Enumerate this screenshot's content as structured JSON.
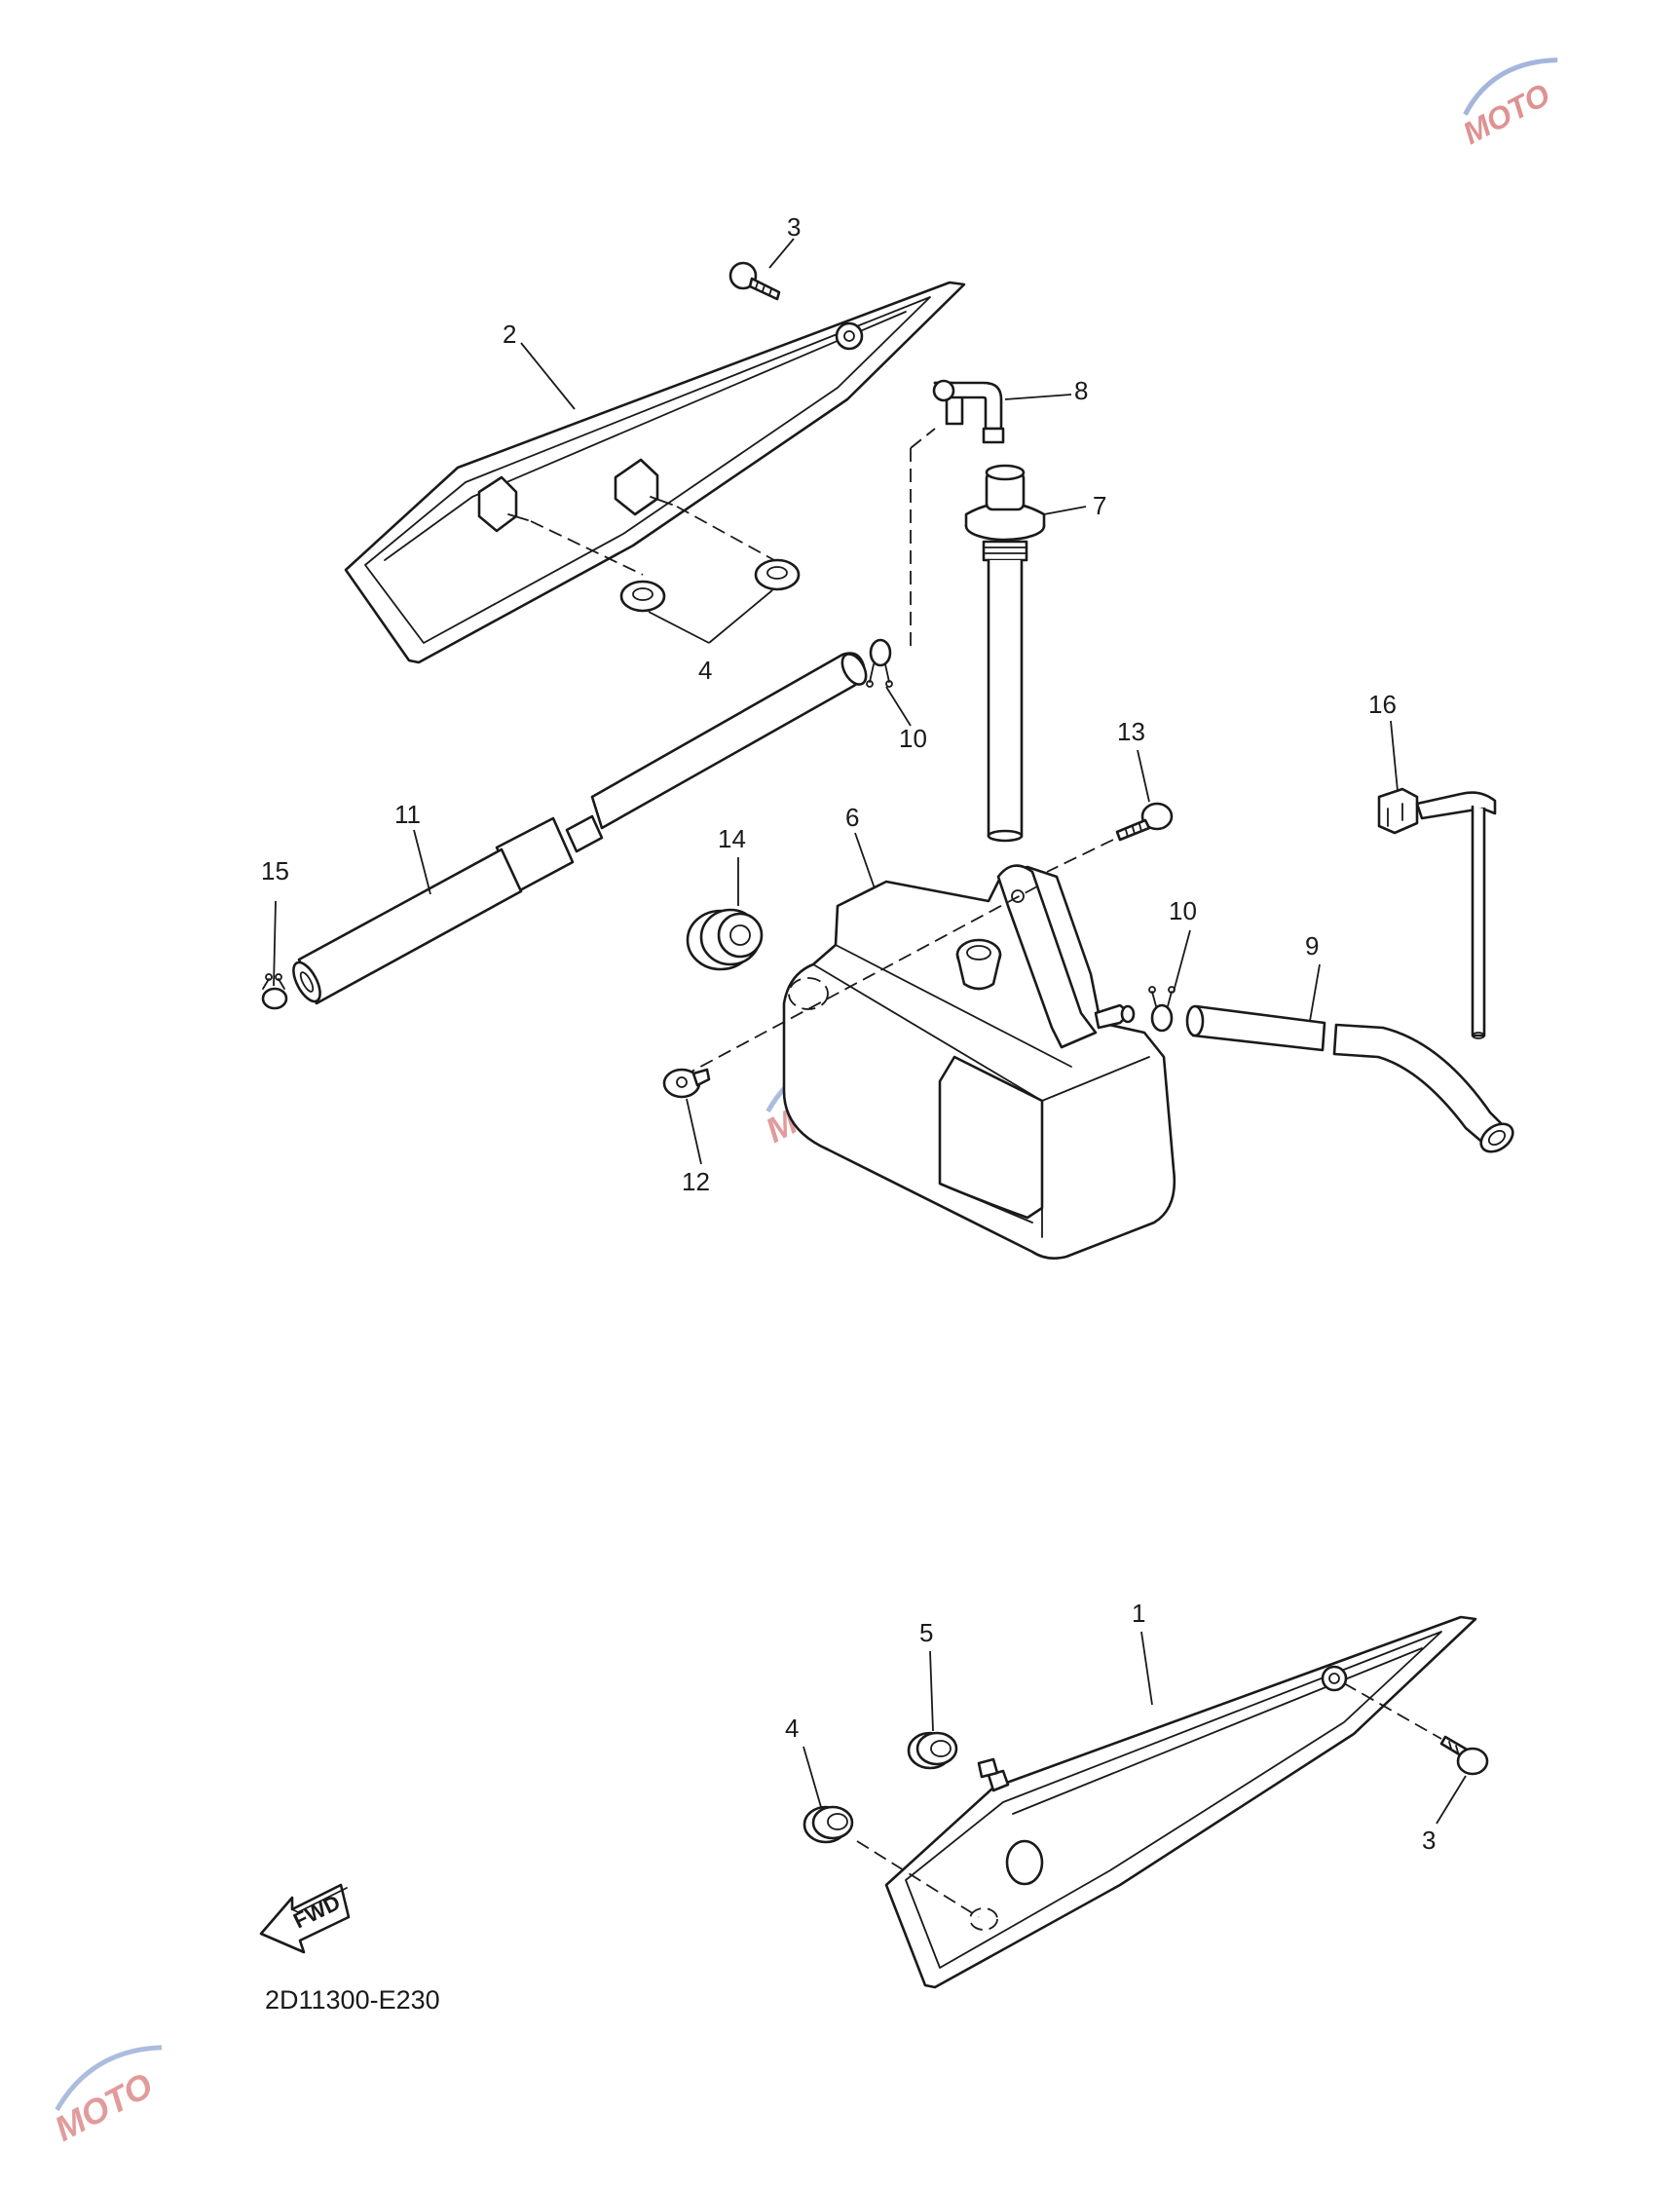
{
  "diagram_code": "2D11300-E230",
  "fwd_label": "FWD",
  "watermark_text": "MOTO",
  "callouts": [
    {
      "id": "c3a",
      "label": "3"
    },
    {
      "id": "c2",
      "label": "2"
    },
    {
      "id": "c8",
      "label": "8"
    },
    {
      "id": "c7",
      "label": "7"
    },
    {
      "id": "c4a",
      "label": "4"
    },
    {
      "id": "c10a",
      "label": "10"
    },
    {
      "id": "c16",
      "label": "16"
    },
    {
      "id": "c13",
      "label": "13"
    },
    {
      "id": "c11",
      "label": "11"
    },
    {
      "id": "c14",
      "label": "14"
    },
    {
      "id": "c6",
      "label": "6"
    },
    {
      "id": "c15",
      "label": "15"
    },
    {
      "id": "c10b",
      "label": "10"
    },
    {
      "id": "c9",
      "label": "9"
    },
    {
      "id": "c12",
      "label": "12"
    },
    {
      "id": "c5",
      "label": "5"
    },
    {
      "id": "c1",
      "label": "1"
    },
    {
      "id": "c4b",
      "label": "4"
    },
    {
      "id": "c3b",
      "label": "3"
    }
  ],
  "colors": {
    "line": "#1a1a1a",
    "watermark": "#c43a3a",
    "watermark_accent": "#5a7bc0"
  }
}
